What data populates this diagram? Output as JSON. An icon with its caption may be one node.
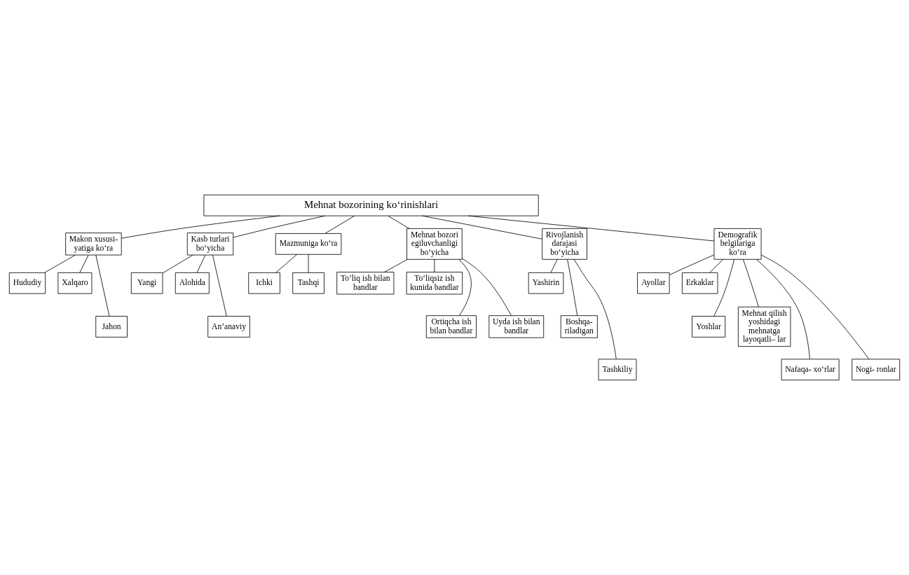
{
  "diagram": {
    "nodes": [
      {
        "text": [
          "Mehnat bozorining ko‘rinishlari"
        ]
      },
      {
        "text": [
          "Makon xususi- yatiga ko‘ra"
        ]
      },
      {
        "text": [
          "Kasb turlari bo‘yicha"
        ]
      },
      {
        "text": [
          "Mazmuniga ko‘ra"
        ]
      },
      {
        "text": [
          "Mehnat bozori egiluvchanligi bo‘yicha"
        ]
      },
      {
        "text": [
          "Rivojlanish darajasi bo‘yicha"
        ]
      },
      {
        "text": [
          "Demografik belgilariga ko‘ra"
        ]
      },
      {
        "text": [
          "Hududiy"
        ]
      },
      {
        "text": [
          "Xalqaro"
        ]
      },
      {
        "text": [
          "Jahon"
        ]
      },
      {
        "text": [
          "Yangi"
        ]
      },
      {
        "text": [
          "Alohida"
        ]
      },
      {
        "text": [
          "An’anaviy"
        ]
      },
      {
        "text": [
          "Ichki"
        ]
      },
      {
        "text": [
          "Tashqi"
        ]
      },
      {
        "text": [
          "To’liq ish bilan bandlar"
        ]
      },
      {
        "text": [
          "To‘liqsiz ish kunida bandlar"
        ]
      },
      {
        "text": [
          "Ortiqcha ish bilan bandlar"
        ]
      },
      {
        "text": [
          "Uyda ish bilan bandlar"
        ]
      },
      {
        "text": [
          "Yashirin"
        ]
      },
      {
        "text": [
          "Boshqa- riladigan"
        ]
      },
      {
        "text": [
          "Tashkiliy"
        ]
      },
      {
        "text": [
          "Ayollar"
        ]
      },
      {
        "text": [
          "Erkaklar"
        ]
      },
      {
        "text": [
          "Yoshlar"
        ]
      },
      {
        "text": [
          "Mehnat qilish yoshidagi mehnatga layoqatli– lar"
        ]
      },
      {
        "text": [
          "Nafaqa- xo‘rlar"
        ]
      },
      {
        "text": [
          "Nogi- ronlar"
        ]
      }
    ],
    "edges": [
      {
        "from": 0,
        "to": 1,
        "arrow": "none"
      },
      {
        "from": 0,
        "to": 2,
        "arrow": "none"
      },
      {
        "from": 0,
        "to": 3,
        "arrow": "none"
      },
      {
        "from": 0,
        "to": 4,
        "arrow": "none"
      },
      {
        "from": 0,
        "to": 5,
        "arrow": "none"
      },
      {
        "from": 0,
        "to": 6,
        "arrow": "none"
      },
      {
        "from": 1,
        "to": 7,
        "arrow": "none"
      },
      {
        "from": 1,
        "to": 8,
        "arrow": "none"
      },
      {
        "from": 1,
        "to": 9,
        "arrow": "none"
      },
      {
        "from": 2,
        "to": 10,
        "arrow": "none"
      },
      {
        "from": 2,
        "to": 11,
        "arrow": "none"
      },
      {
        "from": 2,
        "to": 12,
        "arrow": "none"
      },
      {
        "from": 3,
        "to": 13,
        "arrow": "none"
      },
      {
        "from": 3,
        "to": 14,
        "arrow": "none"
      },
      {
        "from": 4,
        "to": 15,
        "arrow": "none"
      },
      {
        "from": 4,
        "to": 16,
        "arrow": "none"
      },
      {
        "from": 4,
        "to": 17,
        "arrow": "none"
      },
      {
        "from": 4,
        "to": 18,
        "arrow": "none"
      },
      {
        "from": 5,
        "to": 19,
        "arrow": "none"
      },
      {
        "from": 5,
        "to": 20,
        "arrow": "none"
      },
      {
        "from": 5,
        "to": 21,
        "arrow": "none"
      },
      {
        "from": 6,
        "to": 22,
        "arrow": "none"
      },
      {
        "from": 6,
        "to": 23,
        "arrow": "none"
      },
      {
        "from": 6,
        "to": 24,
        "arrow": "none"
      },
      {
        "from": 6,
        "to": 25,
        "arrow": "none"
      },
      {
        "from": 6,
        "to": 26,
        "arrow": "none"
      },
      {
        "from": 6,
        "to": 27,
        "arrow": "none"
      }
    ]
  }
}
